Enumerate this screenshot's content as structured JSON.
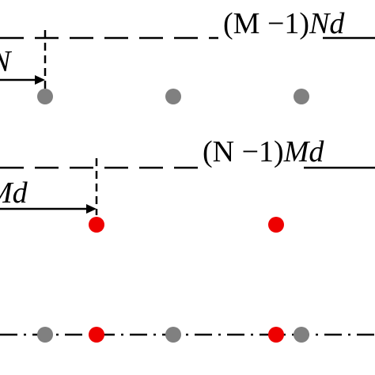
{
  "diagram": {
    "top_label": {
      "paren": "(M −1)",
      "tail": "Nd"
    },
    "top_arrow_label": "N",
    "middle_label": {
      "paren": "(N −1)",
      "tail": "Md"
    },
    "middle_arrow_label": "Md",
    "colors": {
      "gray_sensor": "#808080",
      "red_sensor": "#ee0000",
      "line": "#000000"
    }
  }
}
